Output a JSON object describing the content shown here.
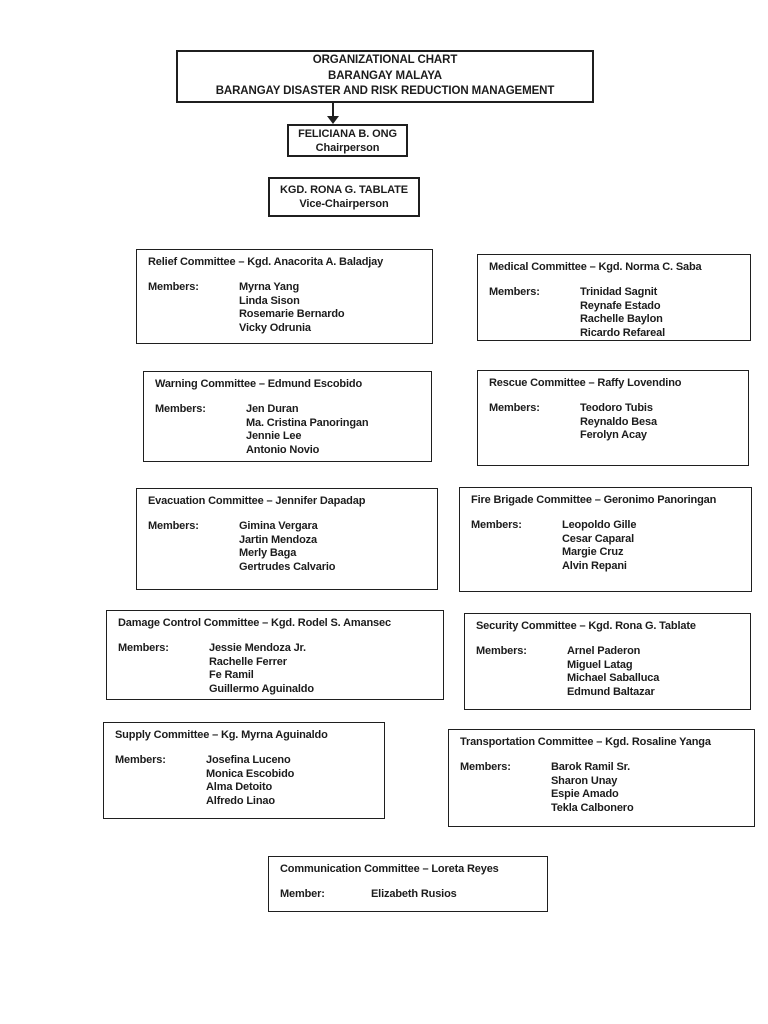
{
  "header": {
    "line1": "ORGANIZATIONAL CHART",
    "line2": "BARANGAY MALAYA",
    "line3": "BARANGAY DISASTER AND RISK REDUCTION MANAGEMENT"
  },
  "chairperson": {
    "name": "FELICIANA B. ONG",
    "role": "Chairperson"
  },
  "vice_chairperson": {
    "name": "KGD. RONA G. TABLATE",
    "role": "Vice-Chairperson"
  },
  "committees": [
    {
      "title": "Relief Committee – Kgd. Anacorita A. Baladjay",
      "members_label": "Members:",
      "members": [
        "Myrna Yang",
        "Linda Sison",
        "Rosemarie Bernardo",
        "Vicky Odrunia"
      ]
    },
    {
      "title": "Medical Committee – Kgd. Norma C. Saba",
      "members_label": "Members:",
      "members": [
        "Trinidad Sagnit",
        "Reynafe Estado",
        "Rachelle Baylon",
        "Ricardo Refareal"
      ]
    },
    {
      "title": "Warning Committee – Edmund Escobido",
      "members_label": "Members:",
      "members": [
        "Jen Duran",
        "Ma. Cristina Panoringan",
        "Jennie Lee",
        "Antonio Novio"
      ]
    },
    {
      "title": "Rescue Committee – Raffy Lovendino",
      "members_label": "Members:",
      "members": [
        "Teodoro Tubis",
        "Reynaldo Besa",
        "Ferolyn Acay"
      ]
    },
    {
      "title": "Evacuation Committee – Jennifer Dapadap",
      "members_label": "Members:",
      "members": [
        "Gimina Vergara",
        "Jartin Mendoza",
        "Merly Baga",
        "Gertrudes Calvario"
      ]
    },
    {
      "title": "Fire Brigade Committee – Geronimo Panoringan",
      "members_label": "Members:",
      "members": [
        "Leopoldo Gille",
        "Cesar Caparal",
        "Margie Cruz",
        "Alvin Repani"
      ]
    },
    {
      "title": "Damage Control Committee – Kgd. Rodel S. Amansec",
      "members_label": "Members:",
      "members": [
        "Jessie Mendoza Jr.",
        "Rachelle Ferrer",
        "Fe Ramil",
        "Guillermo Aguinaldo"
      ]
    },
    {
      "title": "Security Committee – Kgd. Rona G. Tablate",
      "members_label": "Members:",
      "members": [
        "Arnel Paderon",
        "Miguel Latag",
        "Michael Saballuca",
        "Edmund Baltazar"
      ]
    },
    {
      "title": "Supply Committee – Kg. Myrna Aguinaldo",
      "members_label": "Members:",
      "members": [
        "Josefina Luceno",
        "Monica Escobido",
        "Alma Detoito",
        "Alfredo Linao"
      ]
    },
    {
      "title": "Transportation Committee – Kgd. Rosaline Yanga",
      "members_label": "Members:",
      "members": [
        "Barok Ramil Sr.",
        "Sharon Unay",
        "Espie Amado",
        "Tekla Calbonero"
      ]
    },
    {
      "title": "Communication Committee – Loreta Reyes",
      "members_label": "Member:",
      "members": [
        "Elizabeth Rusios"
      ]
    }
  ]
}
